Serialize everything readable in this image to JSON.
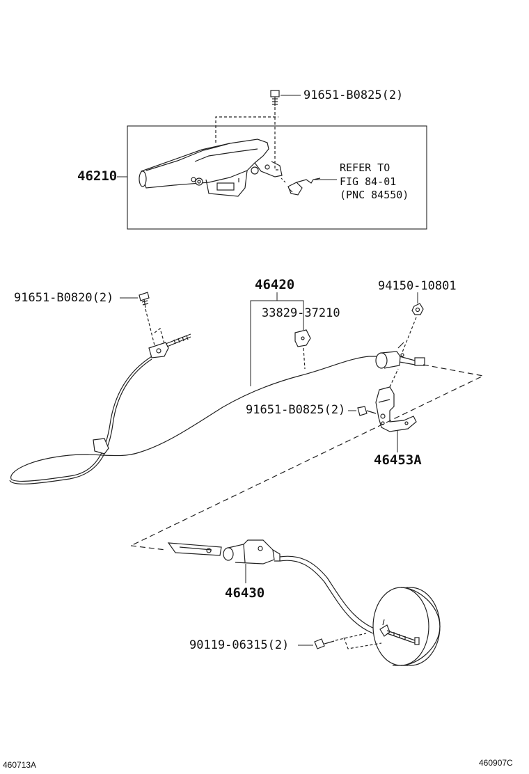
{
  "labels": {
    "bolt_lever": "91651-B0825(2)",
    "lever_assy": "46210",
    "refer_line1": "REFER TO",
    "refer_line2": "FIG 84-01",
    "refer_line3": "(PNC 84550)",
    "bolt_left": "91651-B0820(2)",
    "cable_front": "46420",
    "clip": "33829-37210",
    "nut": "94150-10801",
    "bolt_bracket": "91651-B0825(2)",
    "bracket": "46453A",
    "cable_rear": "46430",
    "bolt_rear": "90119-06315(2)",
    "code_left": "460713A",
    "code_right": "460907C"
  },
  "colors": {
    "line": "#222222",
    "background": "#ffffff"
  }
}
